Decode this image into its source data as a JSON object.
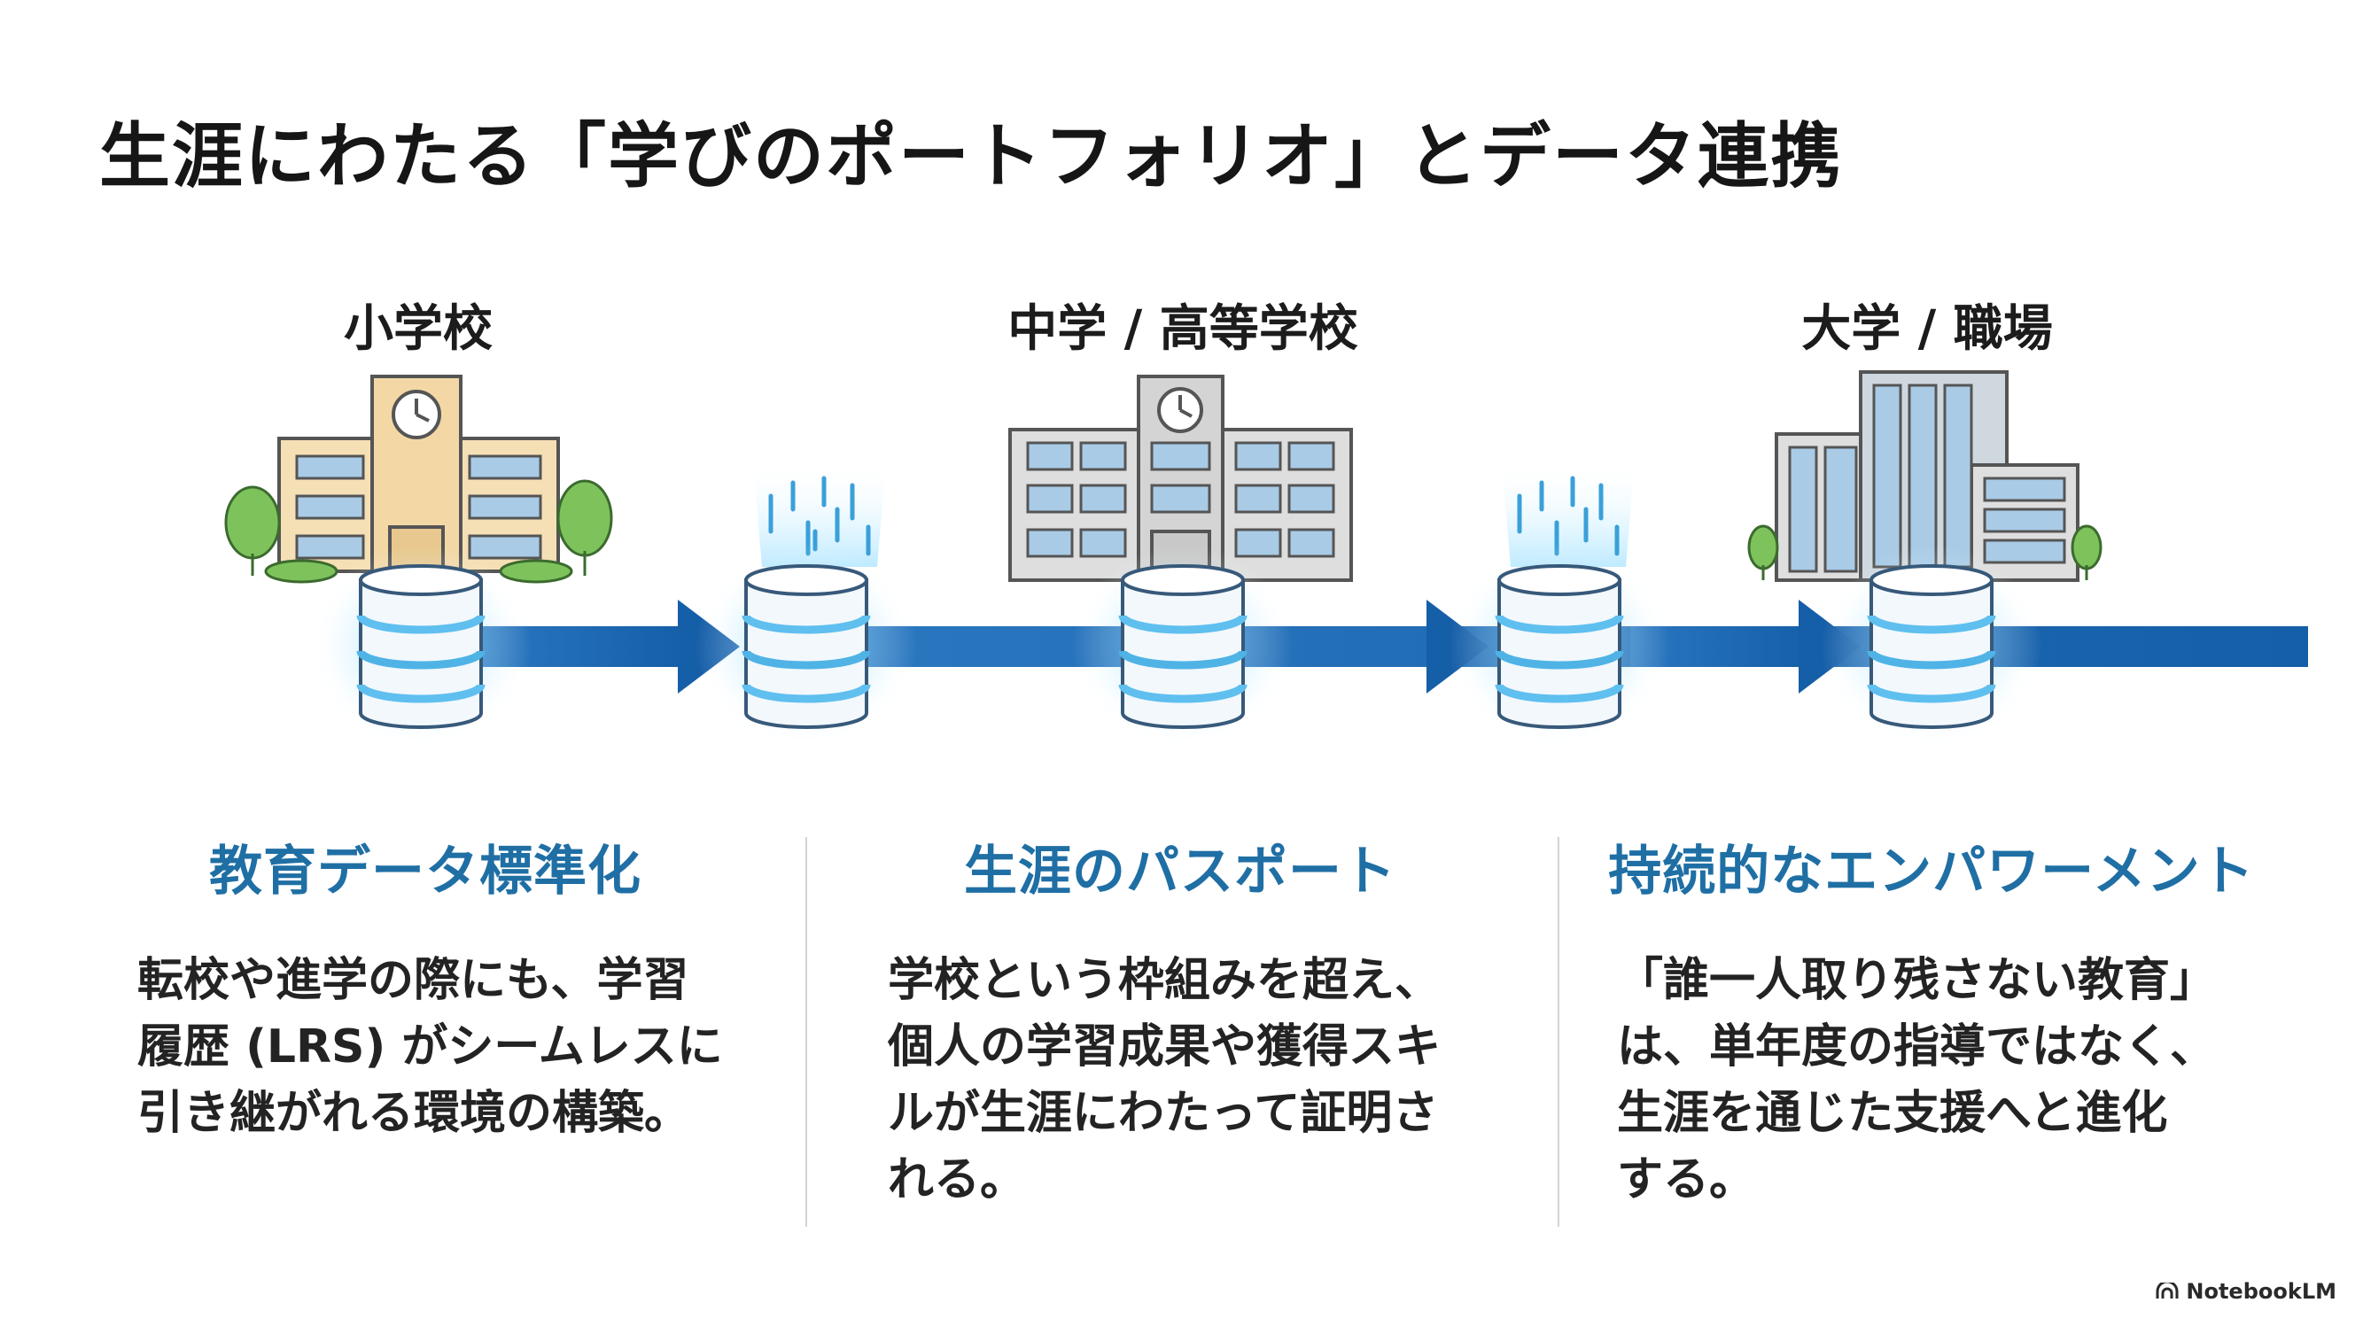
{
  "title": "生涯にわたる「学びのポートフォリオ」とデータ連携",
  "stages": [
    {
      "label": "小学校",
      "icon": "elementary-school-icon"
    },
    {
      "label": "中学 / 高等学校",
      "icon": "high-school-icon"
    },
    {
      "label": "大学 / 職場",
      "icon": "office-building-icon"
    }
  ],
  "columns": [
    {
      "heading": "教育データ標準化",
      "body": "転校や進学の際にも、学習\n履歴 (LRS) がシームレスに\n引き継がれる環境の構築。"
    },
    {
      "heading": "生涯のパスポート",
      "body": "学校という枠組みを超え、\n個人の学習成果や獲得スキ\nルが生涯にわたって証明さ\nれる。"
    },
    {
      "heading": "持続的なエンパワーメント",
      "body": "「誰一人取り残さない教育」\nは、単年度の指導ではなく、\n生涯を通じた支援へと進化\nする。"
    }
  ],
  "colors": {
    "accent": "#1f6fa5",
    "arrow": "#1a66b3",
    "glow": "#7fd6ff",
    "building_warm": "#f5dfb5",
    "building_gray": "#dedede",
    "window": "#a9cbe6"
  },
  "brand": "NotebookLM"
}
